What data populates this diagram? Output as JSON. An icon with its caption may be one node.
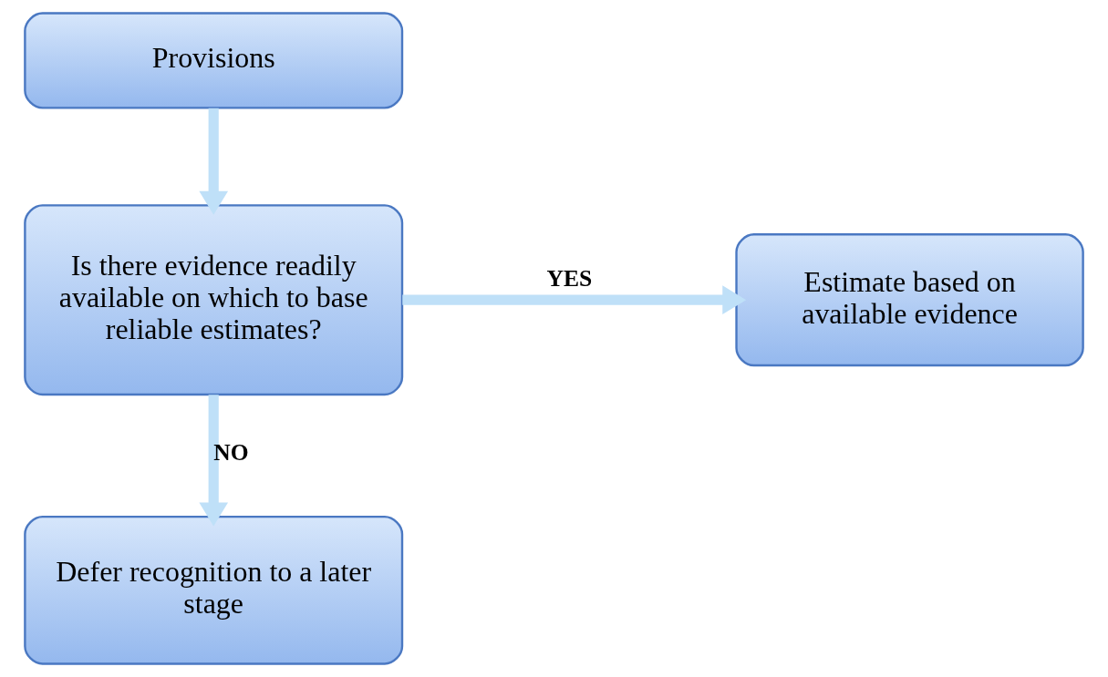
{
  "diagram": {
    "nodes": [
      {
        "text": [
          "Provisions"
        ]
      },
      {
        "text": [
          "Is there evidence readily available on which to base reliable estimates?"
        ]
      },
      {
        "text": [
          "Estimate based on available evidence"
        ]
      },
      {
        "text": [
          "Defer recognition to a later stage"
        ]
      }
    ],
    "edges": [
      {
        "from": 0,
        "to": 1,
        "arrow": "to"
      },
      {
        "from": 1,
        "to": 2,
        "arrow": "to",
        "label": "YES"
      },
      {
        "from": 1,
        "to": 3,
        "arrow": "to",
        "label": "NO"
      }
    ]
  }
}
